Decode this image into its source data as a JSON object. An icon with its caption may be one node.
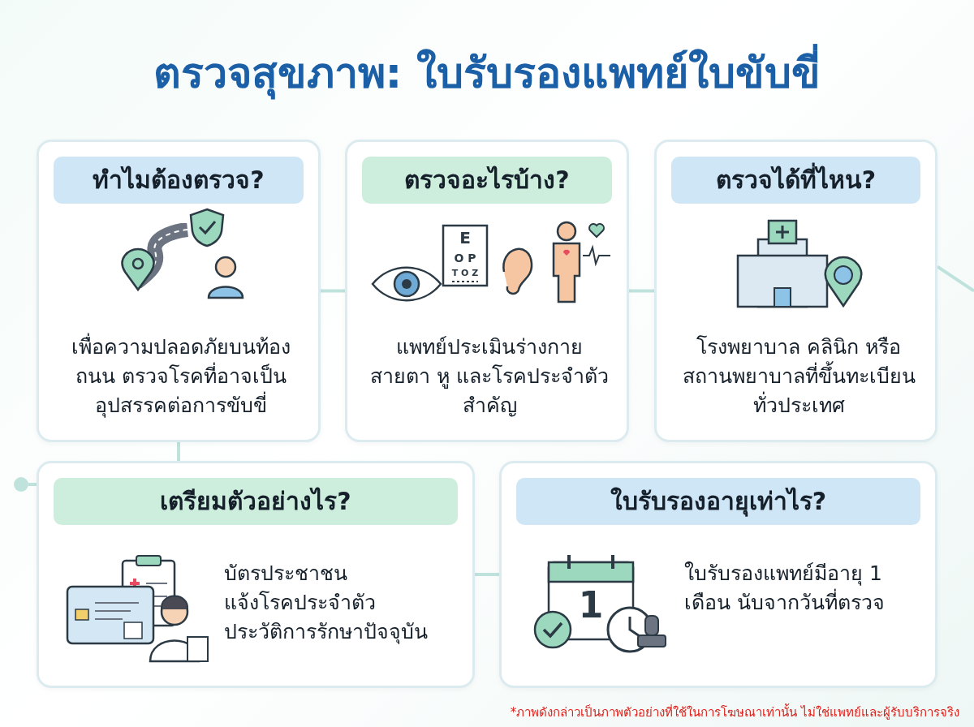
{
  "diagram": {
    "title": "ตรวจสุขภาพ: ใบรับรองแพทย์ใบขับขี่",
    "nodes": [
      {
        "text": [
          "ทำไมต้องตรวจ?",
          "เพื่อความปลอดภัยบนท้องถนน ตรวจโรคที่อาจเป็นอุปสรรคต่อการขับขี่"
        ]
      },
      {
        "text": [
          "ตรวจอะไรบ้าง?",
          "แพทย์ประเมินร่างกาย สายตา หู และโรคประจำตัวสำคัญ"
        ]
      },
      {
        "text": [
          "ตรวจได้ที่ไหน?",
          "โรงพยาบาล คลินิก หรือสถานพยาบาลที่ขึ้นทะเบียนทั่วประเทศ"
        ]
      },
      {
        "text": [
          "เตรียมตัวอย่างไร?",
          "บัตรประชาชน",
          "แจ้งโรคประจำตัว",
          "ประวัติการรักษาปัจจุบัน"
        ]
      },
      {
        "text": [
          "ใบรับรองอายุเท่าไร?",
          "ใบรับรองแพทย์มีอายุ 1 เดือน นับจากวันที่ตรวจ"
        ]
      },
      {
        "text": [],
        "shape": "circle"
      }
    ],
    "edges": [
      {
        "from": 0,
        "to": 1,
        "arrow": "none"
      },
      {
        "from": 1,
        "to": 2,
        "arrow": "none"
      },
      {
        "from": 0,
        "to": 3,
        "arrow": "none"
      },
      {
        "from": 5,
        "to": 3,
        "arrow": "none"
      },
      {
        "from": 3,
        "to": 4,
        "arrow": "none"
      },
      {
        "from": 2,
        "to": null,
        "arrow": "none"
      }
    ],
    "labels": [
      "E",
      "O P",
      "T O Z",
      "1",
      "*ภาพดังกล่าวเป็นภาพตัวอย่างที่ใช้ในการโฆษณาเท่านั้น ไม่ใช่แพทย์และผู้รับบริการจริง"
    ]
  }
}
